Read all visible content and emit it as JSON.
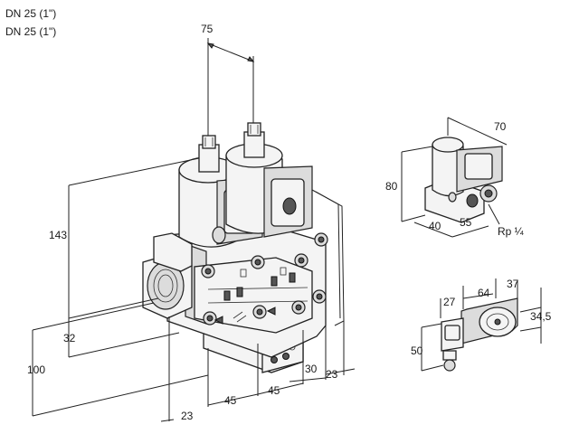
{
  "header": {
    "line1": "DN 25 (1\")",
    "line2": "DN 25 (1\")"
  },
  "main_view": {
    "dims": {
      "top_spacing": "75",
      "height": "143",
      "inner": "32",
      "overall": "100",
      "bottom_left": "23",
      "pitch_a": "45",
      "pitch_b": "45",
      "offset": "30",
      "right": "23"
    }
  },
  "detail_top": {
    "width": "70",
    "height": "80",
    "base": "40",
    "depth": "55",
    "port": "Rp ¼"
  },
  "detail_bottom": {
    "a": "27",
    "b": "64",
    "c": "37",
    "d": "34,5",
    "height": "50"
  }
}
